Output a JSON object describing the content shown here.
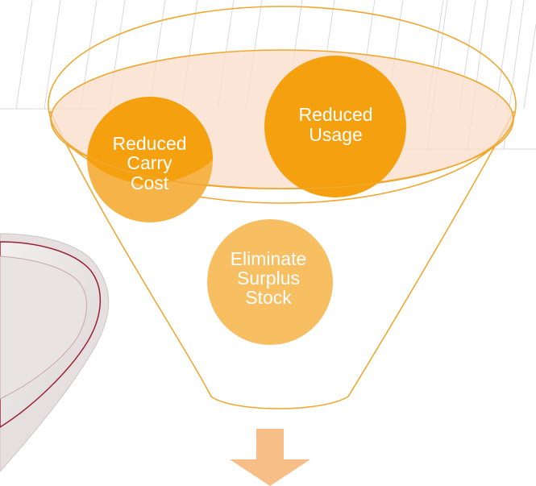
{
  "diagram": {
    "type": "funnel",
    "circles": [
      {
        "id": "carry",
        "label": "Reduced\nCarry\nCost"
      },
      {
        "id": "usage",
        "label": "Reduced\nUsage"
      },
      {
        "id": "surplus",
        "label": "Eliminate\nSurplus\nStock"
      }
    ],
    "colors": {
      "funnel_outline": "#F0A830",
      "circle_dark": "#F5A00F",
      "circle_light": "#F6B347",
      "circle_lightest": "#F7BE62",
      "rim_fill": "#F9DCC8",
      "arrow": "#F8BE88",
      "background_line": "#D9D9D9",
      "side_shape_fill": "#EAE5E5",
      "side_shape_edge": "#9B2335"
    }
  }
}
